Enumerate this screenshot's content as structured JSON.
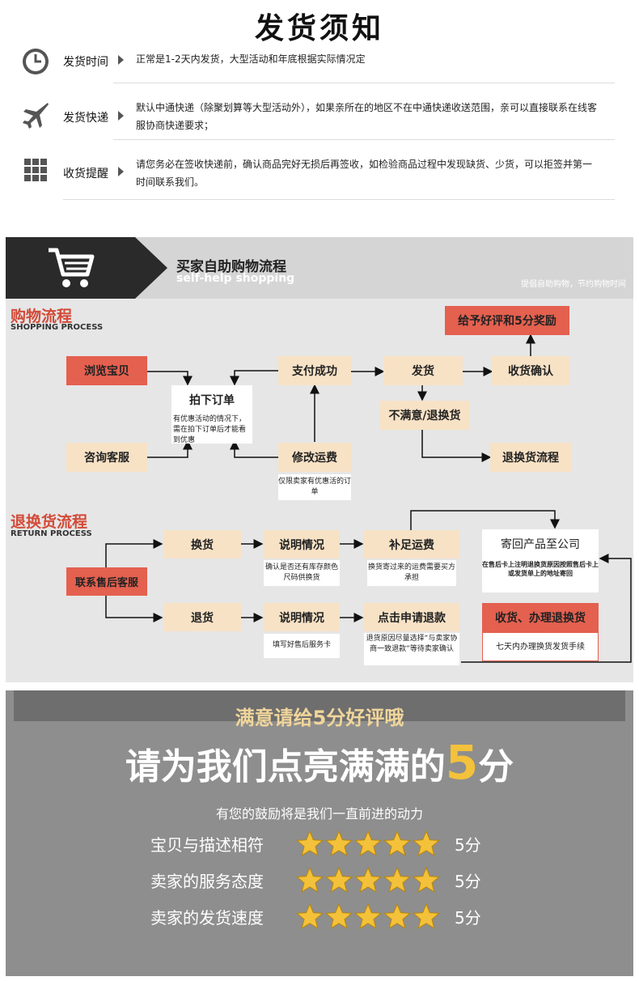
{
  "notice": {
    "title": "发货须知",
    "rows": [
      {
        "icon": "clock-icon",
        "label": "发货时间",
        "text": "正常是1-2天内发货，大型活动和年底根据实际情况定"
      },
      {
        "icon": "airplane-icon",
        "label": "发货快递",
        "text": "默认中通快递（除聚划算等大型活动外），如果亲所在的地区不在中通快递收送范围，亲可以直接联系在线客服协商快递要求；"
      },
      {
        "icon": "grid-icon",
        "label": "收货提醒",
        "text": "请您务必在签收快递前，确认商品完好无损后再签收，如检验商品过程中发现缺货、少货，可以拒签并第一时间联系我们。"
      }
    ]
  },
  "process": {
    "title": "买家自助购物流程",
    "subtitle": "self-help shopping",
    "right_text": "提倡自助购物，节约购物时间",
    "shopping": {
      "label": "购物流程",
      "label_en": "SHOPPING PROCESS",
      "browse": "浏览宝贝",
      "consult": "咨询客服",
      "order": "拍下订单",
      "order_note": "有优惠活动的情况下，需在拍下订单后才能看到优惠",
      "pay": "支付成功",
      "modify_freight": "修改运费",
      "modify_note": "仅限卖家有优惠活的订单",
      "ship": "发货",
      "confirm": "收货确认",
      "review": "给予好评和5分奖励",
      "unsatisfied": "不满意/退换货",
      "return_flow": "退换货流程"
    },
    "returns": {
      "label": "退换货流程",
      "label_en": "RETURN PROCESS",
      "contact": "联系售后客服",
      "exchange": "换货",
      "refund": "退货",
      "explain1": "说明情况",
      "explain1_note": "确认是否还有库存颜色尺码供换货",
      "freight": "补足运费",
      "freight_note": "换货寄过来的运费需要买方承担",
      "send": "寄回产品至公司",
      "send_note": "在售后卡上注明退换货原因按照售后卡上或发货单上的地址寄回",
      "explain2": "说明情况",
      "explain2_note": "填写好售后服务卡",
      "apply": "点击申请退款",
      "apply_note": "退货原因尽量选择“与卖家协商一致退款”等待卖家确认",
      "handle": "收货、办理退换货",
      "handle_note": "七天内办理换货发货手续"
    }
  },
  "rating": {
    "subtitle": "满意请给5分好评哦",
    "headline": "请为我们点亮满满的",
    "headline_num": "5",
    "headline_unit": "分",
    "tagline": "有您的鼓励将是我们一直前进的动力",
    "rows": [
      {
        "label": "宝贝与描述相符",
        "stars": 5,
        "score": "5分"
      },
      {
        "label": "卖家的服务态度",
        "stars": 5,
        "score": "5分"
      },
      {
        "label": "卖家的发货速度",
        "stars": 5,
        "score": "5分"
      }
    ],
    "star_color": "#f3c13a"
  }
}
